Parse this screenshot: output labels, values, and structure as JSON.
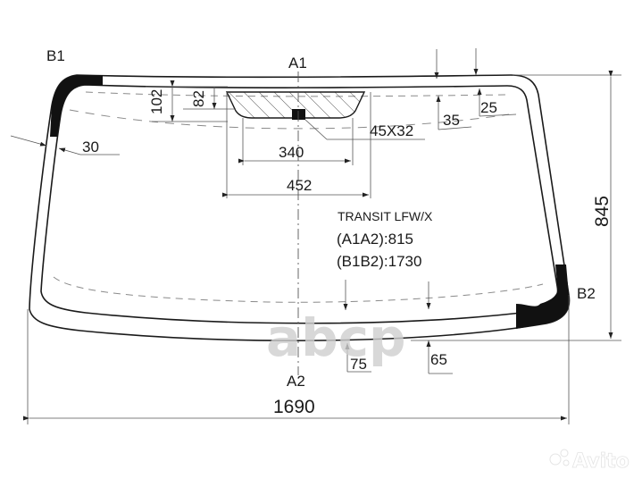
{
  "diagram": {
    "model": "TRANSIT LFW/X",
    "points": {
      "a1": "A1",
      "a2": "A2",
      "b1": "B1",
      "b2": "B2"
    },
    "diagonals": {
      "a1a2": "(A1A2):815",
      "b1b2": "(B1B2):1730"
    },
    "dimensions": {
      "width_total": "1690",
      "height_total": "845",
      "sensor_outer_width": "452",
      "sensor_inner_width": "340",
      "sensor_pad": "45X32",
      "top_band_left": "102",
      "top_band_inner": "82",
      "top_edge_right_1": "35",
      "top_edge_right_2": "25",
      "side_band": "30",
      "bottom_dim_1": "75",
      "bottom_dim_2": "65"
    },
    "watermarks": {
      "center": "abcp",
      "corner": "Avito"
    },
    "colors": {
      "line": "#1a1a1a",
      "dim_line": "#555555",
      "dashed": "#8a8a8a",
      "black_band": "#111111",
      "watermark": "#cfcfcf"
    }
  }
}
